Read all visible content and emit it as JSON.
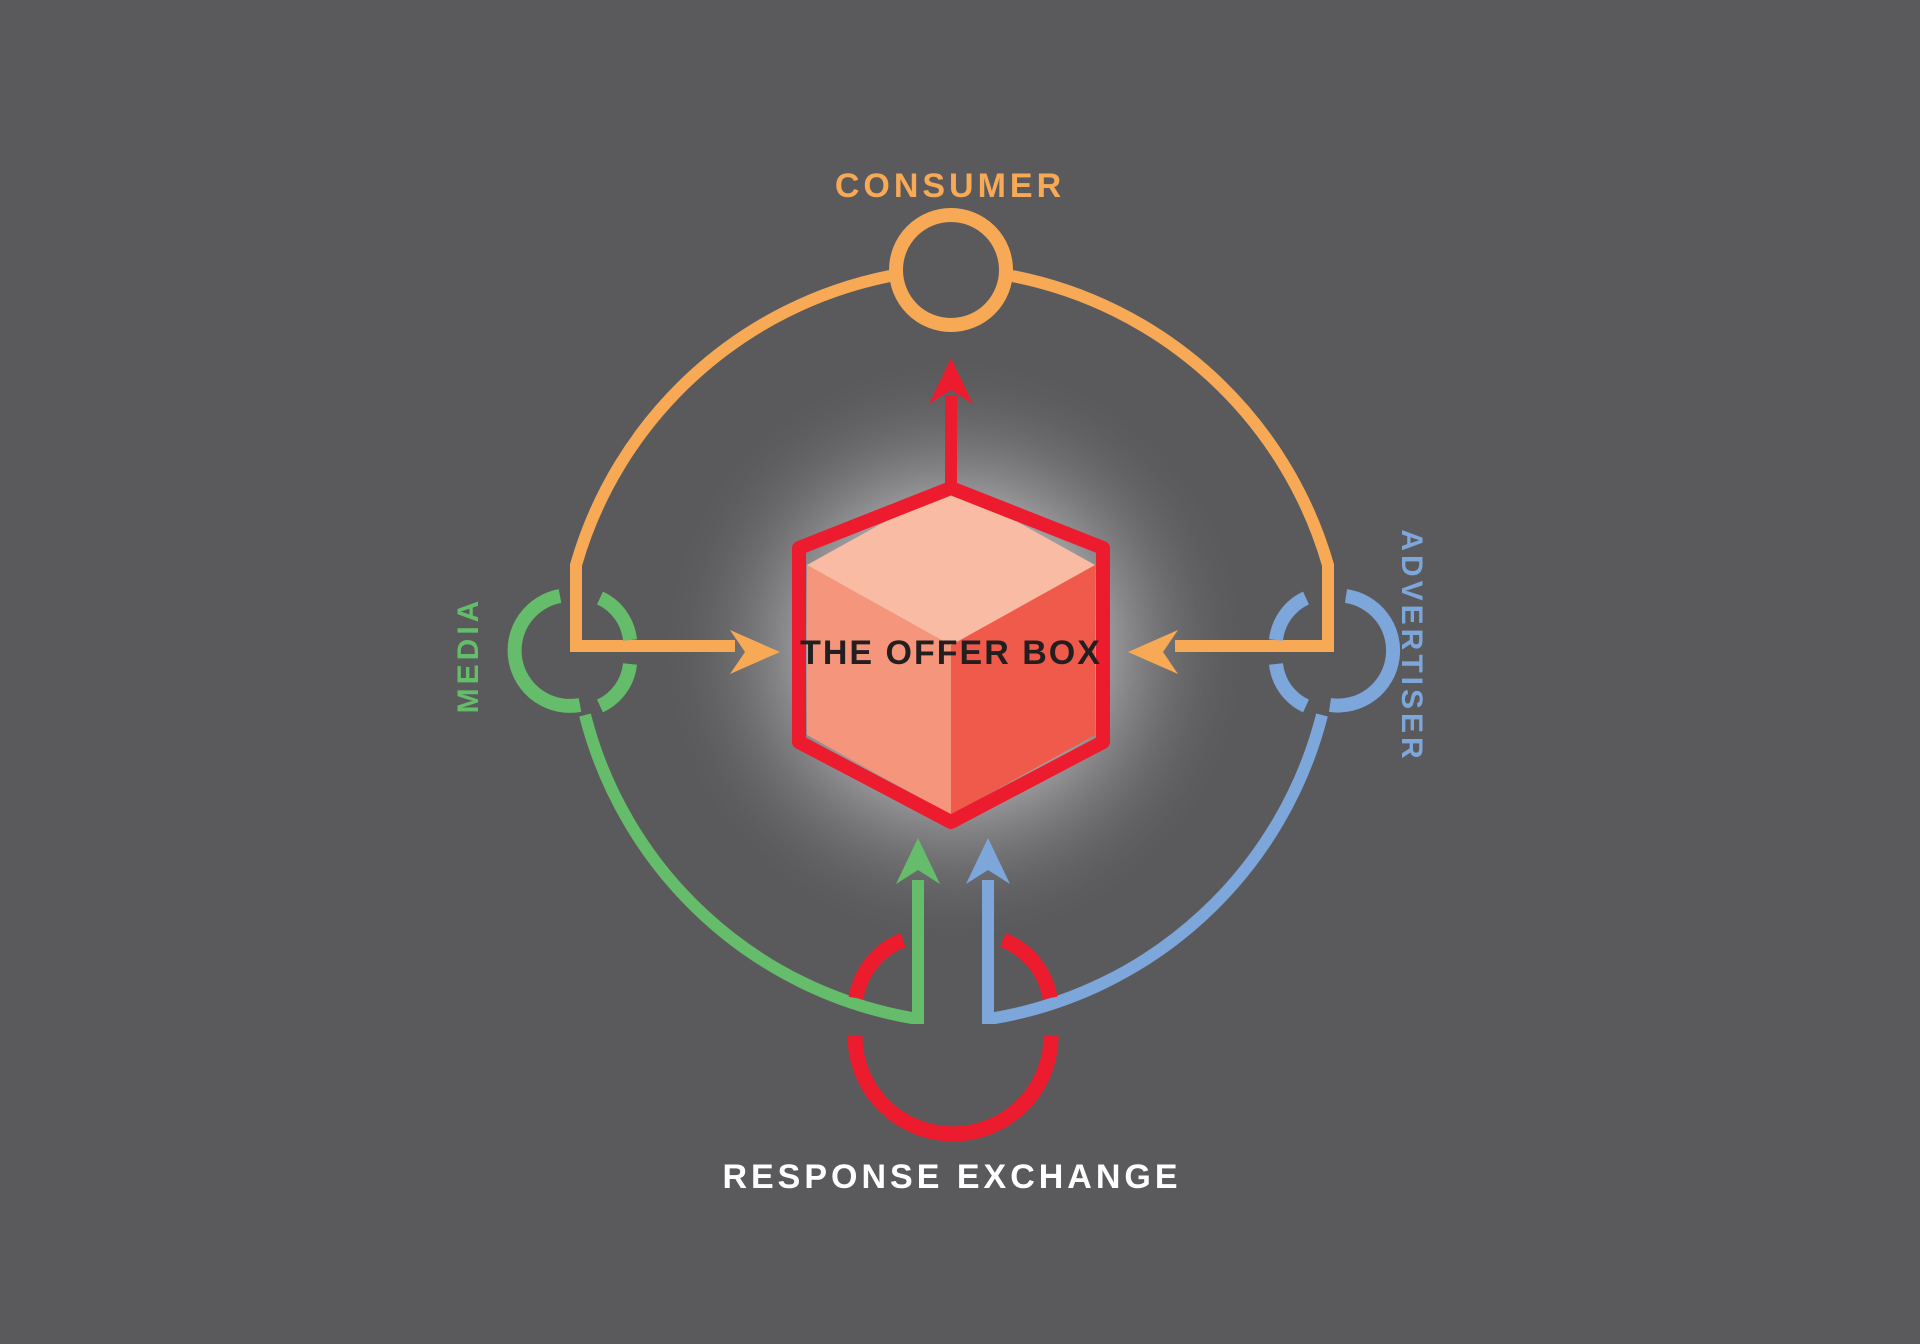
{
  "nodes": {
    "consumer": {
      "label": "CONSUMER"
    },
    "media": {
      "label": "MEDIA"
    },
    "advertiser": {
      "label": "ADVERTISER"
    },
    "response_exchange": {
      "label": "RESPONSE EXCHANGE"
    }
  },
  "center": {
    "label": "THE OFFER BOX"
  },
  "colors": {
    "background": "#5a5a5c",
    "consumer": "#f8a955",
    "media": "#65bd6b",
    "advertiser": "#7da6da",
    "response_exchange": "#ed1b2e",
    "box_top": "#fabba4",
    "box_left": "#f5957b",
    "box_right": "#f05a4b",
    "center_text": "#231f20",
    "response_text": "#ffffff"
  }
}
